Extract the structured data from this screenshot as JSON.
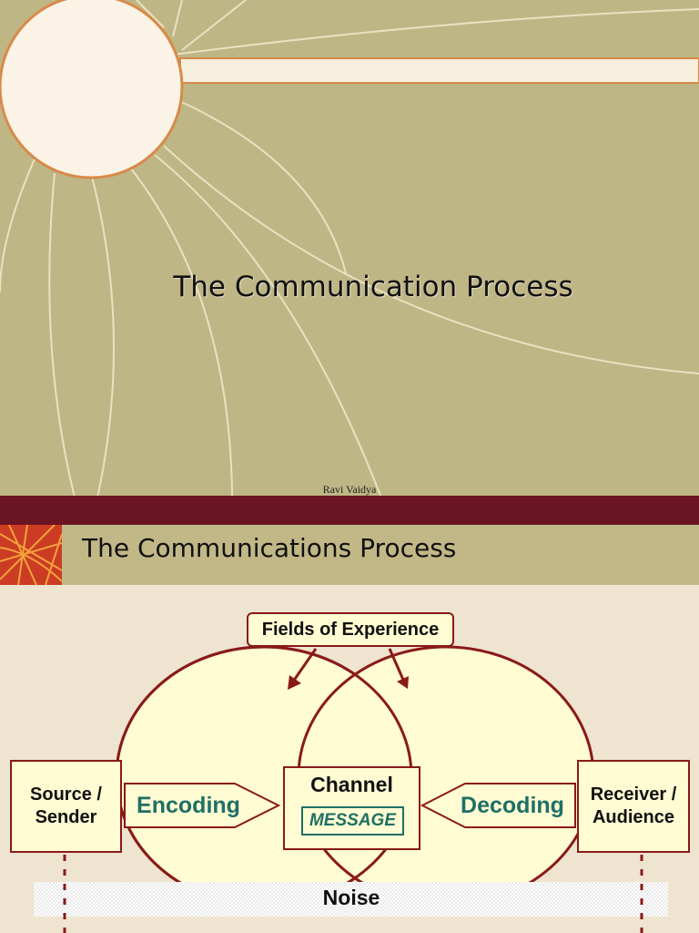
{
  "slide1": {
    "title": "The Communication Process",
    "author": "Ravi Vaidya"
  },
  "slide2": {
    "title": "The Communications Process",
    "diagram": {
      "fields_of_experience": "Fields of Experience",
      "source_line1": "Source /",
      "source_line2": "Sender",
      "encoding": "Encoding",
      "channel": "Channel",
      "message": "MESSAGE",
      "decoding": "Decoding",
      "receiver_line1": "Receiver /",
      "receiver_line2": "Audience",
      "noise": "Noise"
    }
  },
  "colors": {
    "slide1_background": "#bfb685",
    "band": "#6b1424",
    "slide2_background": "#eee4cf",
    "box_fill": "#fffbd2",
    "box_border": "#8a1a1a",
    "teal_text": "#1f6f66",
    "icon_red": "#cc3c24"
  }
}
